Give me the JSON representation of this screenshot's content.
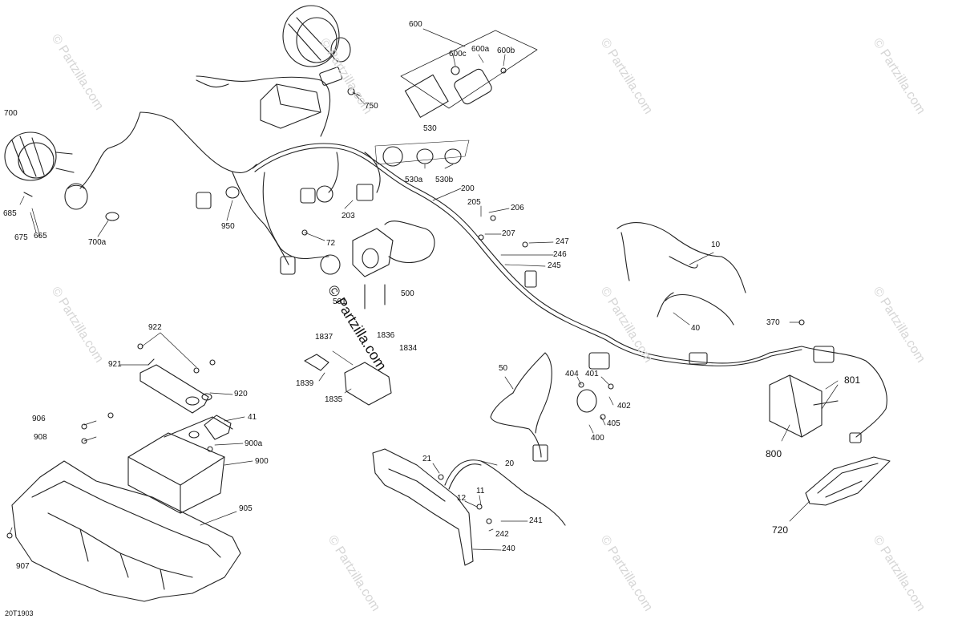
{
  "diagram": {
    "code": "20T1903",
    "watermark": "© Partzilla.com",
    "center_watermark": "© Partzilla.com",
    "callouts": [
      {
        "id": "c600",
        "text": "600"
      },
      {
        "id": "c600c",
        "text": "600c"
      },
      {
        "id": "c600a",
        "text": "600a"
      },
      {
        "id": "c600b",
        "text": "600b"
      },
      {
        "id": "c750",
        "text": "750"
      },
      {
        "id": "c700",
        "text": "700"
      },
      {
        "id": "c685",
        "text": "685"
      },
      {
        "id": "c675",
        "text": "675"
      },
      {
        "id": "c665",
        "text": "665"
      },
      {
        "id": "c700a",
        "text": "700a"
      },
      {
        "id": "c530",
        "text": "530"
      },
      {
        "id": "c530a",
        "text": "530a"
      },
      {
        "id": "c530b",
        "text": "530b"
      },
      {
        "id": "c200",
        "text": "200"
      },
      {
        "id": "c205",
        "text": "205"
      },
      {
        "id": "c206",
        "text": "206"
      },
      {
        "id": "c207",
        "text": "207"
      },
      {
        "id": "c203",
        "text": "203"
      },
      {
        "id": "c950",
        "text": "950"
      },
      {
        "id": "c72",
        "text": "72"
      },
      {
        "id": "c247",
        "text": "247"
      },
      {
        "id": "c246",
        "text": "246"
      },
      {
        "id": "c245",
        "text": "245"
      },
      {
        "id": "c10",
        "text": "10"
      },
      {
        "id": "c500",
        "text": "500"
      },
      {
        "id": "c501",
        "text": "501"
      },
      {
        "id": "c922",
        "text": "922"
      },
      {
        "id": "c921",
        "text": "921"
      },
      {
        "id": "c920",
        "text": "920"
      },
      {
        "id": "c1837",
        "text": "1837"
      },
      {
        "id": "c1836",
        "text": "1836"
      },
      {
        "id": "c1834",
        "text": "1834"
      },
      {
        "id": "c1839",
        "text": "1839"
      },
      {
        "id": "c1835",
        "text": "1835"
      },
      {
        "id": "c40",
        "text": "40"
      },
      {
        "id": "c370",
        "text": "370"
      },
      {
        "id": "c50",
        "text": "50"
      },
      {
        "id": "c404",
        "text": "404"
      },
      {
        "id": "c401",
        "text": "401"
      },
      {
        "id": "c402",
        "text": "402"
      },
      {
        "id": "c405",
        "text": "405"
      },
      {
        "id": "c400",
        "text": "400"
      },
      {
        "id": "c801",
        "text": "801"
      },
      {
        "id": "c800",
        "text": "800"
      },
      {
        "id": "c906",
        "text": "906"
      },
      {
        "id": "c908",
        "text": "908"
      },
      {
        "id": "c41",
        "text": "41"
      },
      {
        "id": "c900a",
        "text": "900a"
      },
      {
        "id": "c900",
        "text": "900"
      },
      {
        "id": "c21",
        "text": "21"
      },
      {
        "id": "c20",
        "text": "20"
      },
      {
        "id": "c11",
        "text": "11"
      },
      {
        "id": "c12",
        "text": "12"
      },
      {
        "id": "c241",
        "text": "241"
      },
      {
        "id": "c242",
        "text": "242"
      },
      {
        "id": "c240",
        "text": "240"
      },
      {
        "id": "c905",
        "text": "905"
      },
      {
        "id": "c907",
        "text": "907"
      },
      {
        "id": "c720",
        "text": "720"
      }
    ]
  }
}
